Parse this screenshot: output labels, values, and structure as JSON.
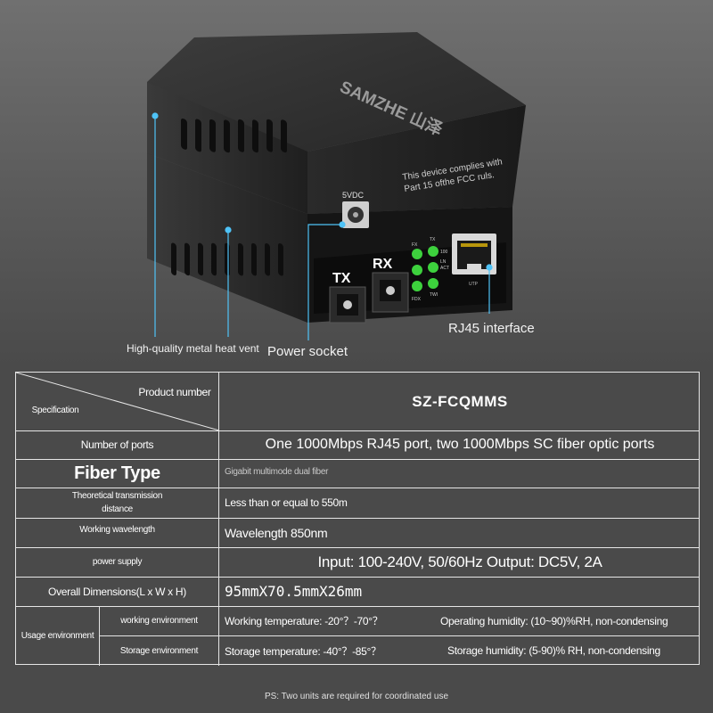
{
  "photo": {
    "brand": "SAMZHE 山泽",
    "fcc_notice_line1": "This device complies with",
    "fcc_notice_line2": "Part 15 ofthe FCC ruls.",
    "power_label": "5VDC",
    "tx_label": "TX",
    "rx_label": "RX",
    "led_labels": [
      "FX",
      "TX",
      "100",
      "LN",
      "ACT",
      "FDX",
      "TWI"
    ],
    "utp_label": "UTP",
    "callouts": {
      "heat_vent": "High-quality metal heat vent",
      "power_socket": "Power socket",
      "rj45": "RJ45 interface"
    }
  },
  "spec_table": {
    "header": {
      "product_number_label": "Product number",
      "specification_label": "Specification",
      "model": "SZ-FCQMMS"
    },
    "rows": {
      "ports": {
        "label": "Number of ports",
        "value": "One 1000Mbps RJ45 port, two 1000Mbps SC fiber optic ports"
      },
      "fiber_type": {
        "label": "Fiber Type",
        "value": "Gigabit multimode dual fiber"
      },
      "distance": {
        "label_line1": "Theoretical transmission",
        "label_line2": "distance",
        "value": "Less than or equal to 550m"
      },
      "wavelength": {
        "label": "Working wavelength",
        "value": "Wavelength 850nm"
      },
      "power": {
        "label": "power supply",
        "value": "Input: 100-240V, 50/60Hz Output: DC5V, 2A"
      },
      "dimensions": {
        "label": "Overall Dimensions(L x W x H)",
        "value": "95mmX70.5mmX26mm"
      },
      "usage": {
        "label": "Usage environment",
        "working": {
          "label": "working environment",
          "temperature": "Working temperature: -20°？-70°？",
          "humidity": "Operating humidity: (10~90)%RH, non-condensing"
        },
        "storage": {
          "label": "Storage environment",
          "temperature": "Storage temperature: -40°？-85°？",
          "humidity": "Storage humidity: (5-90)% RH, non-condensing"
        }
      }
    }
  },
  "footnote": "PS: Two units are required for coordinated use",
  "colors": {
    "background": "#4a4a4a",
    "table_line": "#e6e6e6",
    "device_body": "#2b2b2b",
    "led_green": "#3dd13d",
    "callout_line": "#4fc3f7"
  }
}
